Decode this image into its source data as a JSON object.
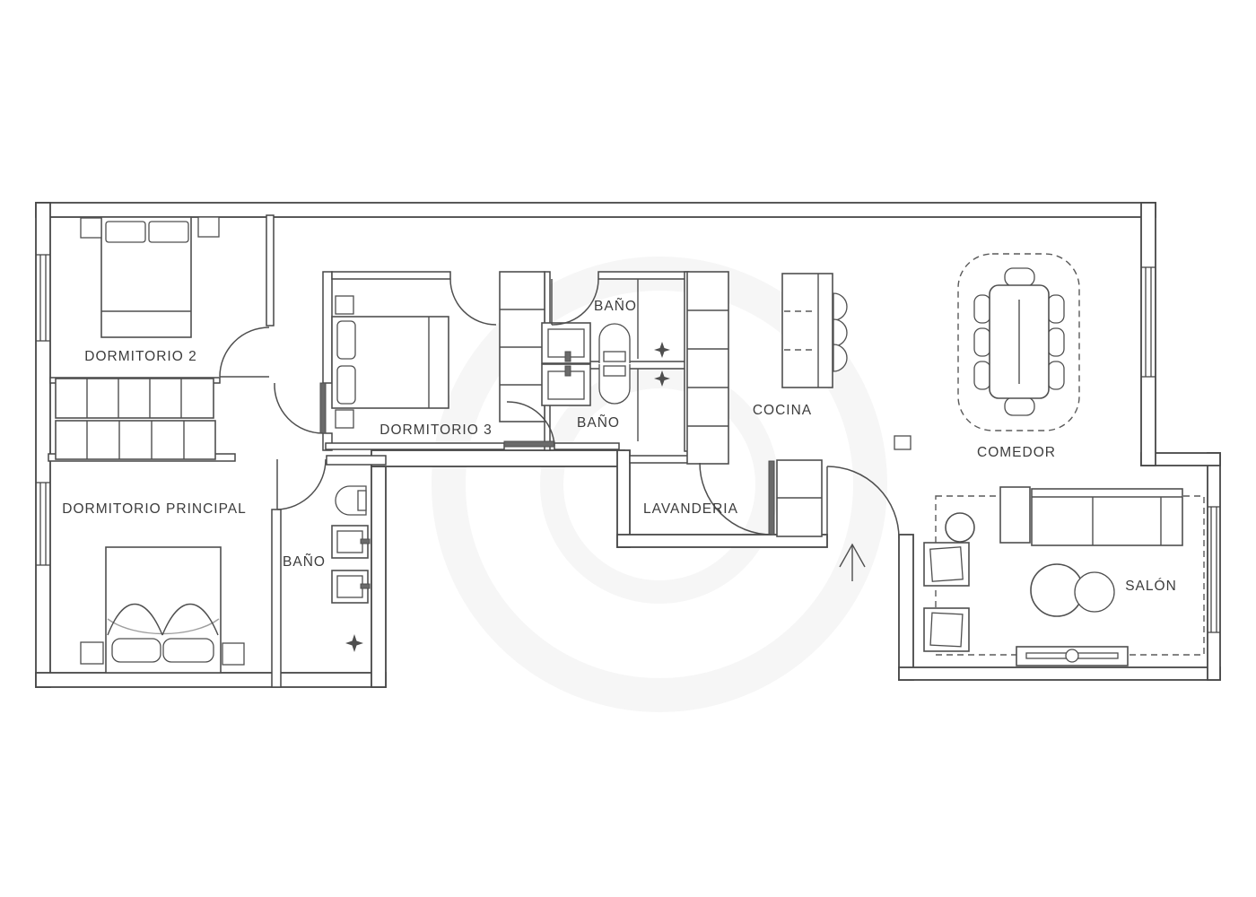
{
  "plan": {
    "background": "#ffffff",
    "line_color": "#474747",
    "text_color": "#3c3c3c",
    "rooms": {
      "dormitorio2": {
        "label": "DORMITORIO 2"
      },
      "dormitorio_principal": {
        "label": "DORMITORIO PRINCIPAL"
      },
      "dormitorio3": {
        "label": "DORMITORIO 3"
      },
      "bano_superior": {
        "label": "BAÑO"
      },
      "bano_inferior": {
        "label": "BAÑO"
      },
      "bano_principal": {
        "label": "BAÑO"
      },
      "cocina": {
        "label": "COCINA"
      },
      "comedor": {
        "label": "COMEDOR"
      },
      "lavanderia": {
        "label": "LAVANDERIA"
      },
      "salon": {
        "label": "SALÓN"
      }
    }
  }
}
